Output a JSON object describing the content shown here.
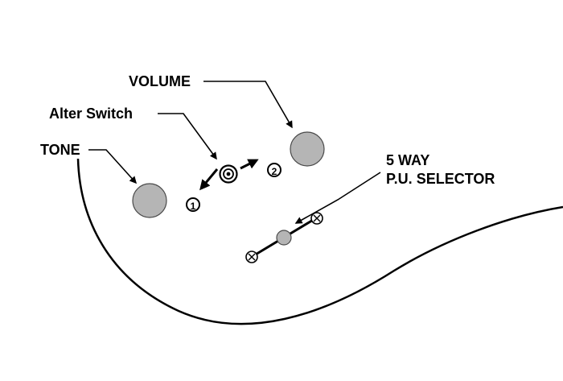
{
  "diagram": {
    "title_hint": "guitar-control-layout",
    "labels": {
      "volume": "VOLUME",
      "alter_switch": "Alter Switch",
      "tone": "TONE",
      "selector_line1": "5 WAY",
      "selector_line2": "P.U. SELECTOR",
      "position_1": "1",
      "position_2": "2"
    },
    "colors": {
      "line": "#000000",
      "knob_fill": "#b5b5b5",
      "knob_stroke": "#4a4a4a",
      "background": "#ffffff"
    }
  }
}
